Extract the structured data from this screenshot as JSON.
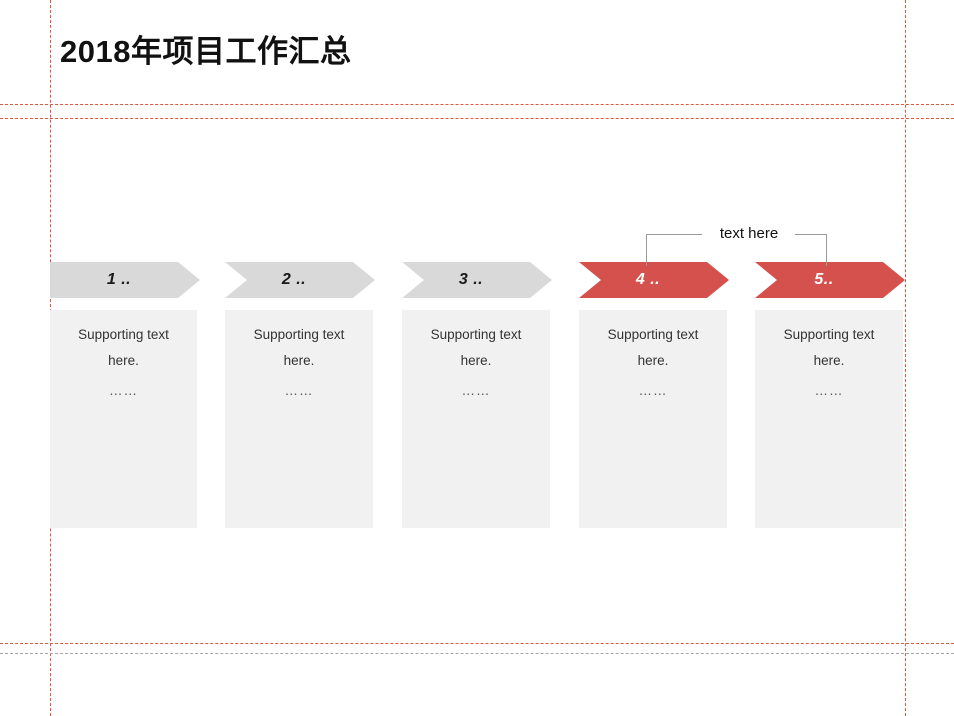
{
  "slide": {
    "title": "2018年项目工作汇总",
    "background_color": "#FFFFFF"
  },
  "theme": {
    "accent_red": "#D5514E",
    "neutral_gray": "#D9D9D9",
    "box_gray": "#F1F1F1",
    "guide_red": "#E0573E",
    "guide_gray": "#A6A6A6",
    "title_color": "#111111"
  },
  "callout": {
    "label": "text here",
    "spans_steps": [
      4,
      5
    ]
  },
  "steps": [
    {
      "number_label": "1 ..",
      "shape": "pentagon",
      "color": "#D9D9D9",
      "state": "inactive",
      "body_text": "Supporting text here.",
      "body_dots": "……"
    },
    {
      "number_label": "2 ..",
      "shape": "chevron",
      "color": "#D9D9D9",
      "state": "inactive",
      "body_text": "Supporting text here.",
      "body_dots": "……"
    },
    {
      "number_label": "3 ..",
      "shape": "chevron",
      "color": "#D9D9D9",
      "state": "inactive",
      "body_text": "Supporting text here.",
      "body_dots": "……"
    },
    {
      "number_label": "4 ..",
      "shape": "chevron",
      "color": "#D5514E",
      "state": "active",
      "body_text": "Supporting text here.",
      "body_dots": "……"
    },
    {
      "number_label": "5..",
      "shape": "chevron",
      "color": "#D5514E",
      "state": "active",
      "body_text": "Supporting text here.",
      "body_dots": "……"
    }
  ]
}
